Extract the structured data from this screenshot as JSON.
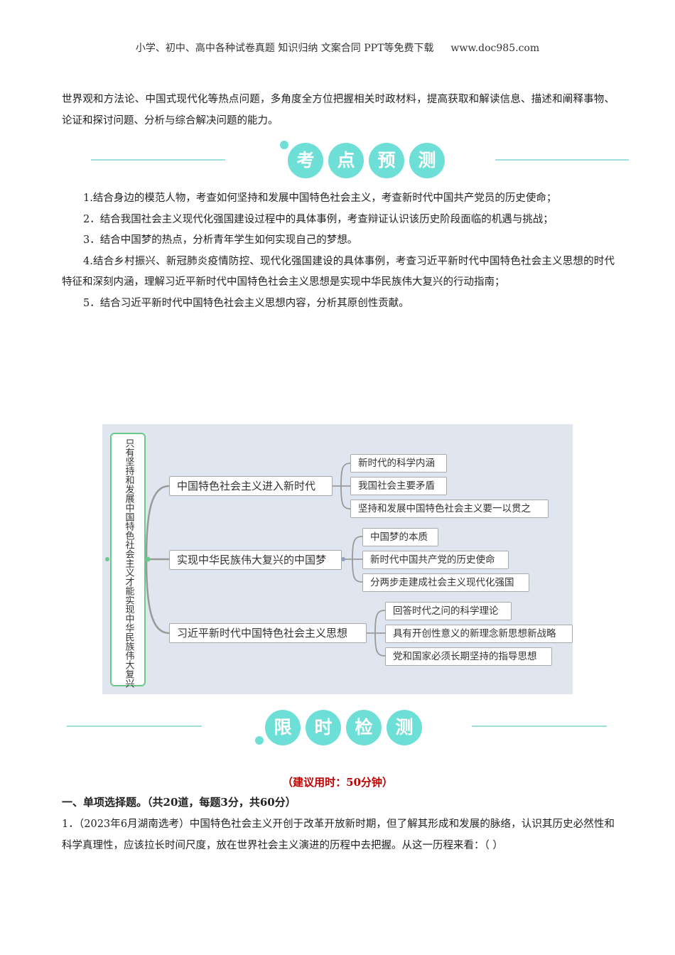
{
  "header": {
    "left": "小学、初中、高中各种试卷真题 知识归纳 文案合同 PPT等免费下载",
    "right": "www.doc985.com"
  },
  "intro": "世界观和方法论、中国式现代化等热点问题，多角度全方位把握相关时政材料，提高获取和解读信息、描述和阐释事物、论证和探讨问题、分析与综合解决问题的能力。",
  "section1": {
    "chars": [
      "考",
      "点",
      "预",
      "测"
    ]
  },
  "predictions": [
    "1.结合身边的模范人物，考查如何坚持和发展中国特色社会主义，考查新时代中国共产党员的历史使命；",
    "2．结合我国社会主义现代化强国建设过程中的具体事例，考查辩证认识该历史阶段面临的机遇与挑战；",
    "3．结合中国梦的热点，分析青年学生如何实现自己的梦想。",
    "4.结合乡村振兴、新冠肺炎疫情防控、现代化强国建设的具体事例，考查习近平新时代中国特色社会主义思想的时代特征和深刻内涵，理解习近平新时代中国特色社会主义思想是实现中华民族伟大复兴的行动指南；",
    "5．结合习近平新时代中国特色社会主义思想内容，分析其原创性贡献。"
  ],
  "mindmap": {
    "root": "只有坚持和发展中国特色社会主义才能实现中华民族伟大复兴",
    "branches": [
      {
        "label": "中国特色社会主义进入新时代",
        "children": [
          "新时代的科学内涵",
          "我国社会主要矛盾",
          "坚持和发展中国特色社会主义要一以贯之"
        ]
      },
      {
        "label": "实现中华民族伟大复兴的中国梦",
        "children": [
          "中国梦的本质",
          "新时代中国共产党的历史使命",
          "分两步走建成社会主义现代化强国"
        ]
      },
      {
        "label": "习近平新时代中国特色社会主义思想",
        "children": [
          "回答时代之问的科学理论",
          "具有开创性意义的新理念新思想新战略",
          "党和国家必须长期坚持的指导思想"
        ]
      }
    ]
  },
  "section2": {
    "chars": [
      "限",
      "时",
      "检",
      "测"
    ]
  },
  "time_note": "（建议用时：50分钟）",
  "part_title": "一、单项选择题。（共20道，每题3分，共60分）",
  "question1": "1．（2023年6月湖南选考）中国特色社会主义开创于改革开放新时期，但了解其形成和发展的脉络，认识其历史必然性和科学真理性，应该拉长时间尺度，放在世界社会主义演进的历程中去把握。从这一历程来看：（    ）",
  "colors": {
    "accent": "#6ddfd6",
    "line": "#9fe0dc",
    "map_bg": "#dfe6f0",
    "time_note": "#c00000"
  }
}
